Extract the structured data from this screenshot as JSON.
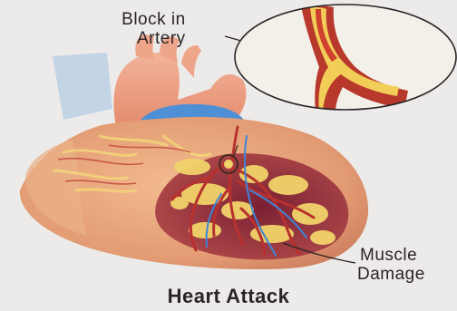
{
  "callouts": {
    "block_line1": "Block in",
    "block_line2": "Artery",
    "damage_line1": "Muscle",
    "damage_line2": "Damage"
  },
  "caption": "Heart Attack",
  "colors": {
    "background": "#ecebe9",
    "heart_muscle": "#e7a47a",
    "damaged_tissue": "#8a2e3a",
    "fat_deposit": "#f1d36a",
    "vein_blue": "#4f8fd6",
    "artery_red": "#b8312f"
  }
}
